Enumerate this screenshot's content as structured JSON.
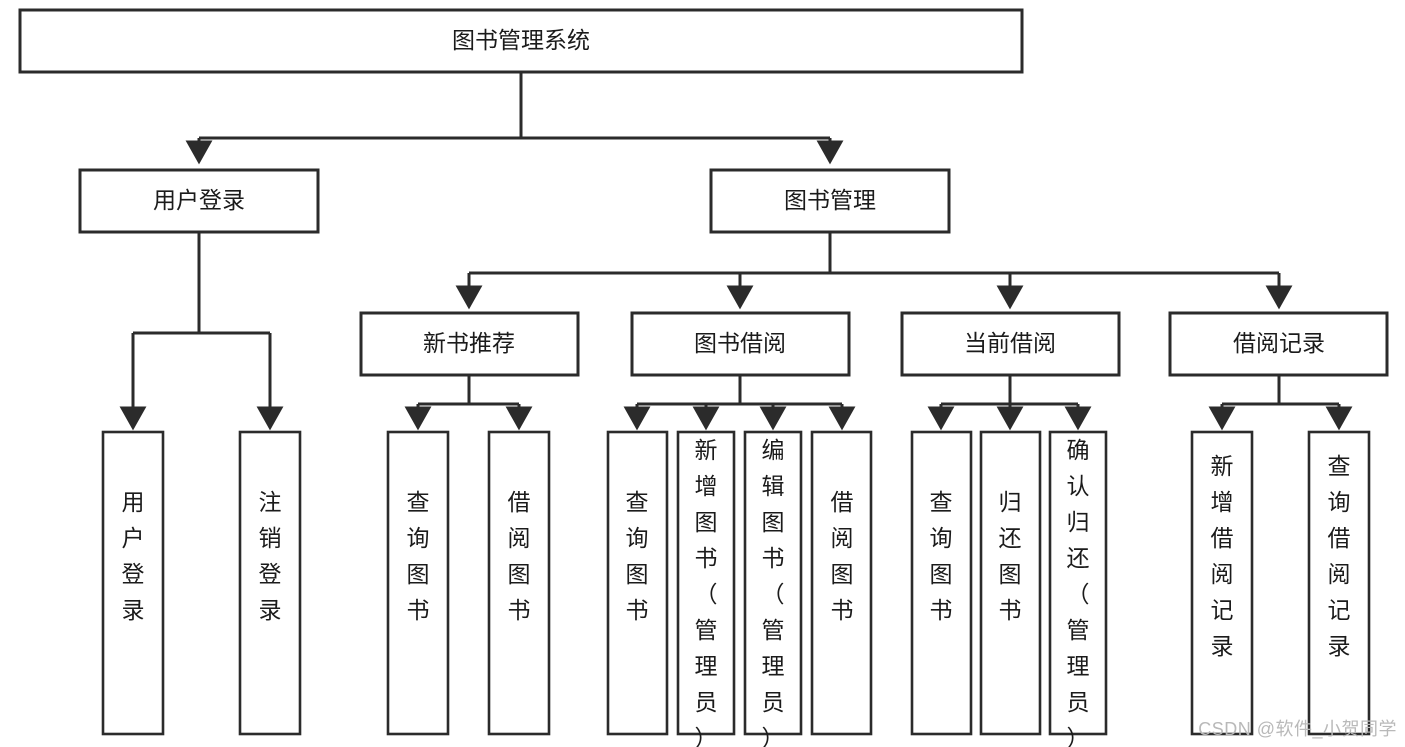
{
  "diagram": {
    "title": "图书管理系统",
    "type": "tree",
    "watermark": "CSDN @软件_小贺同学",
    "colors": {
      "stroke": "#2b2b2b",
      "box_fill": "#ffffff",
      "text": "#1b1b1b",
      "background": "#ffffff",
      "watermark": "#b9b9b9"
    },
    "root": {
      "id": "root",
      "label": "图书管理系统"
    },
    "level2": [
      {
        "id": "user-login",
        "label": "用户登录"
      },
      {
        "id": "book-manage",
        "label": "图书管理"
      }
    ],
    "level3": [
      {
        "id": "new-book-recommend",
        "label": "新书推荐",
        "parent": "book-manage"
      },
      {
        "id": "book-borrow",
        "label": "图书借阅",
        "parent": "book-manage"
      },
      {
        "id": "current-borrow",
        "label": "当前借阅",
        "parent": "book-manage"
      },
      {
        "id": "borrow-record",
        "label": "借阅记录",
        "parent": "book-manage"
      }
    ],
    "leaves": {
      "user-login": [
        {
          "id": "leaf-user-login",
          "label": "用户登录"
        },
        {
          "id": "leaf-user-logout",
          "label": "注销登录"
        }
      ],
      "new-book-recommend": [
        {
          "id": "leaf-query-book-1",
          "label": "查询图书"
        },
        {
          "id": "leaf-borrow-book-1",
          "label": "借阅图书"
        }
      ],
      "book-borrow": [
        {
          "id": "leaf-query-book-2",
          "label": "查询图书"
        },
        {
          "id": "leaf-add-book",
          "label": "新增图书（管理员）"
        },
        {
          "id": "leaf-edit-book",
          "label": "编辑图书（管理员）"
        },
        {
          "id": "leaf-borrow-book-2",
          "label": "借阅图书"
        }
      ],
      "current-borrow": [
        {
          "id": "leaf-query-book-3",
          "label": "查询图书"
        },
        {
          "id": "leaf-return-book",
          "label": "归还图书"
        },
        {
          "id": "leaf-confirm-return",
          "label": "确认归还（管理员）"
        }
      ],
      "borrow-record": [
        {
          "id": "leaf-add-record",
          "label": "新增借阅记录"
        },
        {
          "id": "leaf-query-record",
          "label": "查询借阅记录"
        }
      ]
    }
  }
}
